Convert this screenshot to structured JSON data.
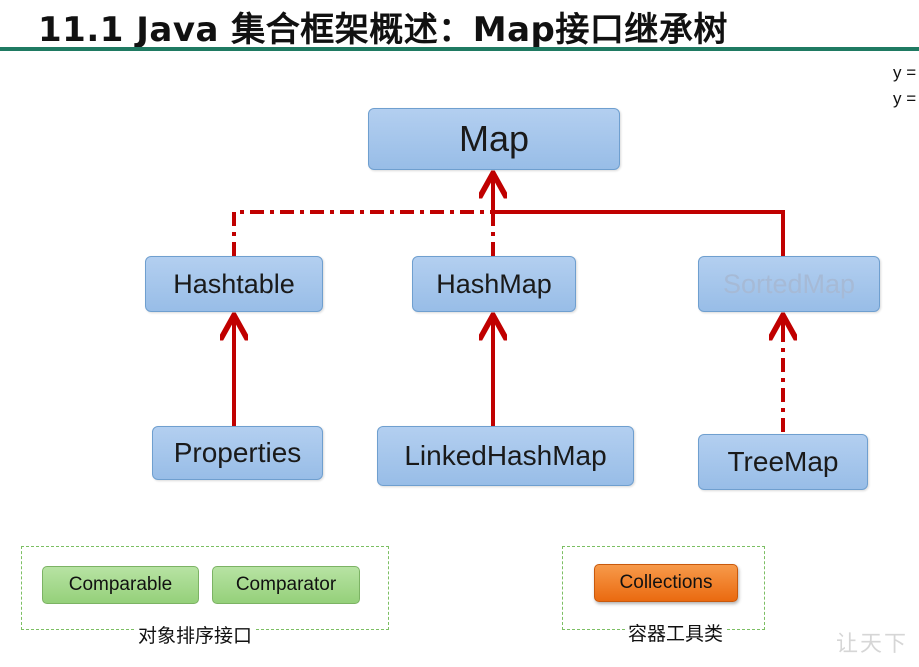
{
  "title": "11.1 Java 集合框架概述：Map接口继承树",
  "corner_text": [
    "y =",
    "y ="
  ],
  "nodes": {
    "map": "Map",
    "hashtable": "Hashtable",
    "hashmap": "HashMap",
    "sortedmap": "SortedMap",
    "properties": "Properties",
    "linkedhashmap": "LinkedHashMap",
    "treemap": "TreeMap"
  },
  "groups": {
    "ordering": {
      "items": [
        "Comparable",
        "Comparator"
      ],
      "caption": "对象排序接口"
    },
    "tools": {
      "items": [
        "Collections"
      ],
      "caption": "容器工具类"
    }
  },
  "watermark": "让天下",
  "colors": {
    "node_fill": "#a7c7ec",
    "edge": "#c00000",
    "title_rule": "#1f7a62",
    "green_button": "#9fd585",
    "orange_button": "#ee7a22"
  }
}
